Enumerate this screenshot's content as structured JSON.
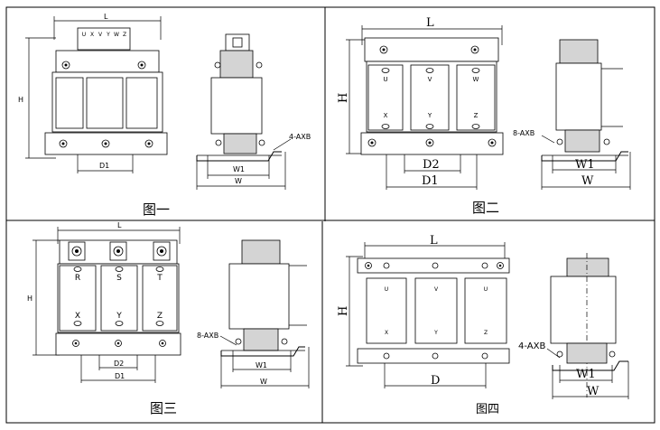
{
  "figures": [
    {
      "caption": "图一",
      "terminals": [
        "U",
        "X",
        "V",
        "Y",
        "W",
        "Z"
      ],
      "dims": {
        "L": "L",
        "H": "H",
        "D1": "D1",
        "W1": "W1",
        "W": "W",
        "hole": "4-AXB"
      }
    },
    {
      "caption": "图二",
      "top_labels": [
        "U",
        "V",
        "W"
      ],
      "bottom_labels": [
        "X",
        "Y",
        "Z"
      ],
      "dims": {
        "L": "L",
        "H": "H",
        "D2": "D2",
        "D1": "D1",
        "W1": "W1",
        "W": "W",
        "hole": "8-AXB"
      }
    },
    {
      "caption": "图三",
      "top_labels": [
        "R",
        "S",
        "T"
      ],
      "bottom_labels": [
        "X",
        "Y",
        "Z"
      ],
      "dims": {
        "L": "L",
        "H": "H",
        "D2": "D2",
        "D1": "D1",
        "W1": "W1",
        "W": "W",
        "hole": "8-AXB"
      }
    },
    {
      "caption": "图四",
      "top_labels": [
        "U",
        "V",
        "U"
      ],
      "bottom_labels": [
        "X",
        "Y",
        "Z"
      ],
      "dims": {
        "L": "L",
        "H": "H",
        "D": "D",
        "W1": "W1",
        "W": "W",
        "hole": "4-AXB"
      }
    }
  ]
}
